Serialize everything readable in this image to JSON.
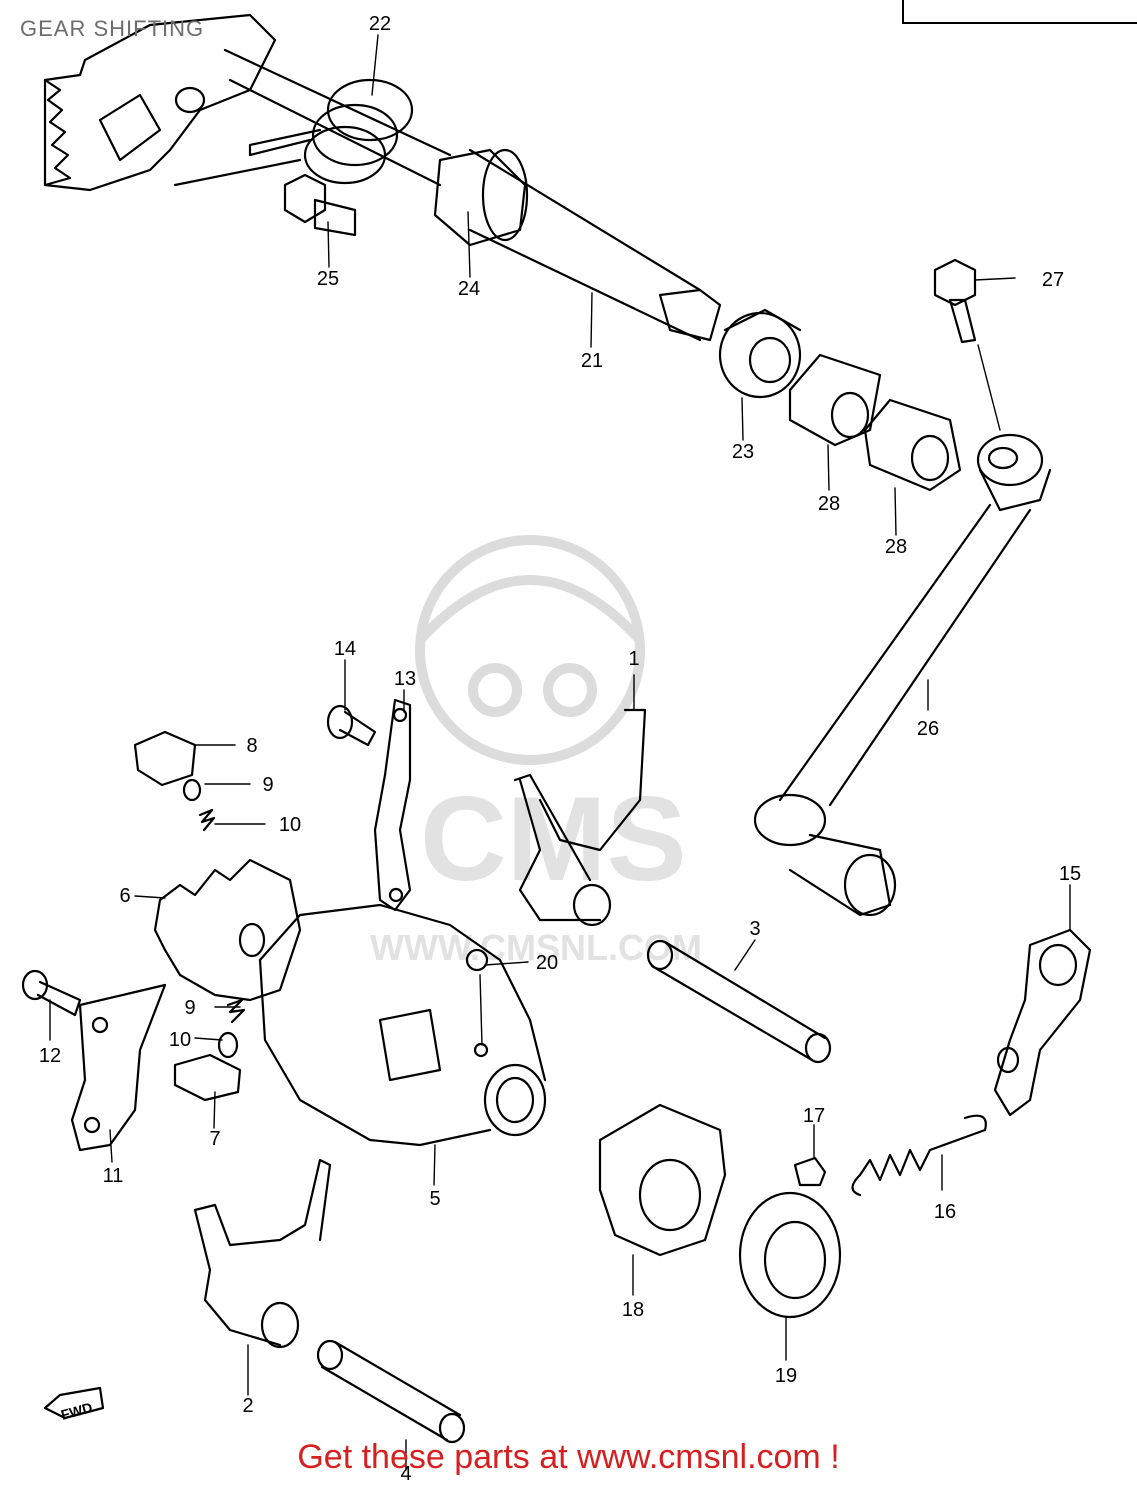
{
  "title": "GEAR SHIFTING",
  "footer": "Get these parts at www.cmsnl.com !",
  "watermark": {
    "text": "CMS",
    "url": "WWW.CMSNL.COM",
    "color": "#d8d8d8"
  },
  "fwd_label": "FWD",
  "callouts": [
    "1",
    "2",
    "3",
    "4",
    "5",
    "6",
    "7",
    "8",
    "9",
    "10",
    "9",
    "10",
    "11",
    "12",
    "13",
    "14",
    "15",
    "16",
    "17",
    "18",
    "19",
    "20",
    "21",
    "22",
    "23",
    "24",
    "25",
    "26",
    "27",
    "28",
    "28"
  ],
  "colors": {
    "line": "#000000",
    "footer": "#d62020",
    "title": "#6d6d6d"
  }
}
